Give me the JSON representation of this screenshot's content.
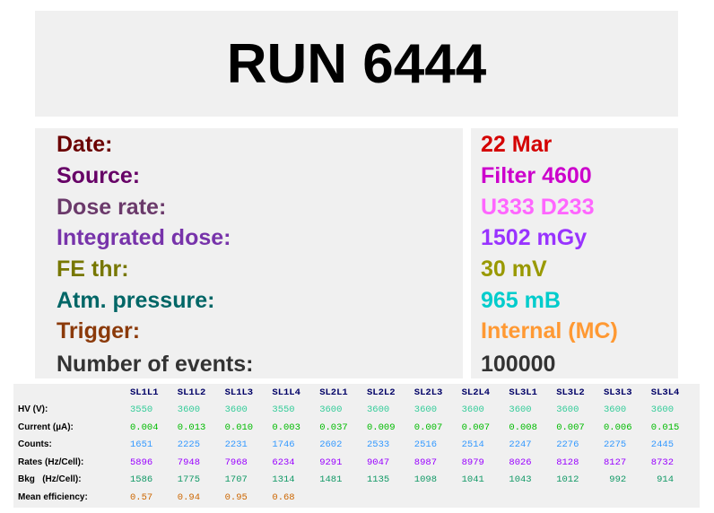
{
  "title": "RUN 6444",
  "info": [
    {
      "label": "Date:",
      "value": "22 Mar",
      "label_color": "#6b0000",
      "value_color": "#d40000"
    },
    {
      "label": "Source:",
      "value": "Filter 4600",
      "label_color": "#660066",
      "value_color": "#cc00cc"
    },
    {
      "label": "Dose rate:",
      "value": "U333 D233",
      "label_color": "#6b3a6b",
      "value_color": "#ff66ff"
    },
    {
      "label": "Integrated dose:",
      "value": "1502 mGy",
      "label_color": "#7733aa",
      "value_color": "#9933ff"
    },
    {
      "label": "FE thr:",
      "value": "30 mV",
      "label_color": "#777700",
      "value_color": "#999900"
    },
    {
      "label": "Atm. pressure:",
      "value": "965 mB",
      "label_color": "#006666",
      "value_color": "#00cccc"
    },
    {
      "label": "Trigger:",
      "value": "Internal (MC)",
      "label_color": "#8b3a0a",
      "value_color": "#ff9933"
    },
    {
      "label": "Number of events:",
      "value": "100000",
      "label_color": "#333333",
      "value_color": "#333333"
    }
  ],
  "table": {
    "columns": [
      "SL1L1",
      "SL1L2",
      "SL1L3",
      "SL1L4",
      "SL2L1",
      "SL2L2",
      "SL2L3",
      "SL2L4",
      "SL3L1",
      "SL3L2",
      "SL3L3",
      "SL3L4"
    ],
    "rows": [
      {
        "label": "HV (V):",
        "color": "#33cc99",
        "values": [
          "3550",
          "3600",
          "3600",
          "3550",
          "3600",
          "3600",
          "3600",
          "3600",
          "3600",
          "3600",
          "3600",
          "3600"
        ]
      },
      {
        "label": "Current (µA):",
        "color": "#00bb00",
        "values": [
          "0.004",
          "0.013",
          "0.010",
          "0.003",
          "0.037",
          "0.009",
          "0.007",
          "0.007",
          "0.008",
          "0.007",
          "0.006",
          "0.015"
        ]
      },
      {
        "label": "Counts:",
        "color": "#3399ff",
        "values": [
          "1651",
          "2225",
          "2231",
          "1746",
          "2602",
          "2533",
          "2516",
          "2514",
          "2247",
          "2276",
          "2275",
          "2445"
        ]
      },
      {
        "label": "Rates (Hz/Cell):",
        "color": "#9900ff",
        "values": [
          "5896",
          "7948",
          "7968",
          "6234",
          "9291",
          "9047",
          "8987",
          "8979",
          "8026",
          "8128",
          "8127",
          "8732"
        ]
      },
      {
        "label": "Bkg   (Hz/Cell):",
        "color": "#119966",
        "values": [
          "1586",
          "1775",
          "1707",
          "1314",
          "1481",
          "1135",
          "1098",
          "1041",
          "1043",
          "1012",
          " 992",
          " 914"
        ]
      },
      {
        "label": "Mean efficiency:",
        "color": "#cc6600",
        "values": [
          "0.57",
          "0.94",
          "0.95",
          "0.68"
        ]
      }
    ]
  }
}
